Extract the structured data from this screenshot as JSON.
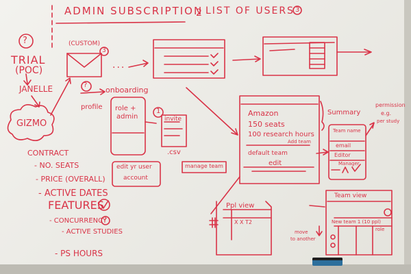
{
  "headings": {
    "admin_subscription": "ADMIN SUBSCRIPTION",
    "list_of_users": "LIST OF USERS"
  },
  "marks": {
    "question_1": "?",
    "question_2": "?",
    "circle_2": "2",
    "circle_3": "3",
    "circle_1": "1",
    "ellipsis": "..."
  },
  "left_flow": {
    "trial": "TRIAL",
    "poc": "(POC)",
    "janelle": "JANELLE",
    "gizmo": "GIZMO",
    "contract": "CONTRACT",
    "no_seats": "- NO. SEATS",
    "price": "- PRICE (OVERALL)",
    "active_dates": "- ACTIVE DATES",
    "features": "FEATURES",
    "concurrency": "- CONCURRENCY",
    "active_studies": "- ACTIVE STUDIES",
    "ps_hours": "- PS HOURS"
  },
  "email_flow": {
    "custom": "(CUSTOM)",
    "onboarding": "onboarding",
    "profile": "profile",
    "role_admin_1": "role +",
    "role_admin_2": "admin",
    "invite": "invite",
    "csv": ".csv",
    "edit_user_1": "edit yr user",
    "edit_user_2": "account",
    "manage_team": "manage team"
  },
  "account_panel": {
    "company": "Amazon",
    "seats": "150 seats",
    "hours": "100 research hours",
    "summary": "Summary",
    "default_team": "default team",
    "add_team": "Add team",
    "edit": "edit"
  },
  "user_panel": {
    "team_name": "Team name",
    "email": "email",
    "editor": "Editor",
    "manager": "Manager",
    "permission_1": "permission",
    "permission_2": "e.g.",
    "permission_3": "per study"
  },
  "ppl_view": {
    "title": "Ppl view",
    "cells": "X X T2"
  },
  "team_view": {
    "title": "Team view",
    "new_team": "New team 1 (10 ppl)",
    "role": "role",
    "note_1": "move",
    "note_2": "to another"
  }
}
